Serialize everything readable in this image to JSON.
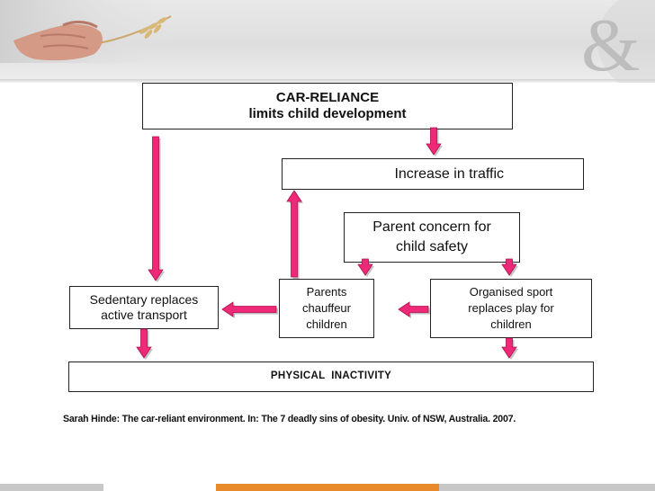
{
  "diagram": {
    "car_reliance": {
      "line1": "CAR-RELIANCE",
      "line2": "limits child development"
    },
    "increase_traffic": "Increase in traffic",
    "parent_concern": {
      "line1": "Parent concern for",
      "line2": "child safety"
    },
    "sedentary": {
      "line1": "Sedentary replaces",
      "line2": "active transport"
    },
    "chauffeur": {
      "line1": "Parents",
      "line2": "chauffeur",
      "line3": "children"
    },
    "organised": {
      "line1": "Organised sport",
      "line2": "replaces play for",
      "line3": "children"
    },
    "inactivity": "PHYSICAL  INACTIVITY"
  },
  "citation": "Sarah Hinde: The car-reliant environment. In: The 7 deadly sins of obesity. Univ. of  NSW, Australia. 2007.",
  "colors": {
    "arrow": "#ee2a78",
    "arrow_edge": "#b0104d",
    "footer_orange": "#e8892a",
    "footer_gray": "#c8c8c8"
  },
  "icons": {
    "header_photo": "hand-holding-wheat",
    "logo": "ampersand-logo"
  }
}
